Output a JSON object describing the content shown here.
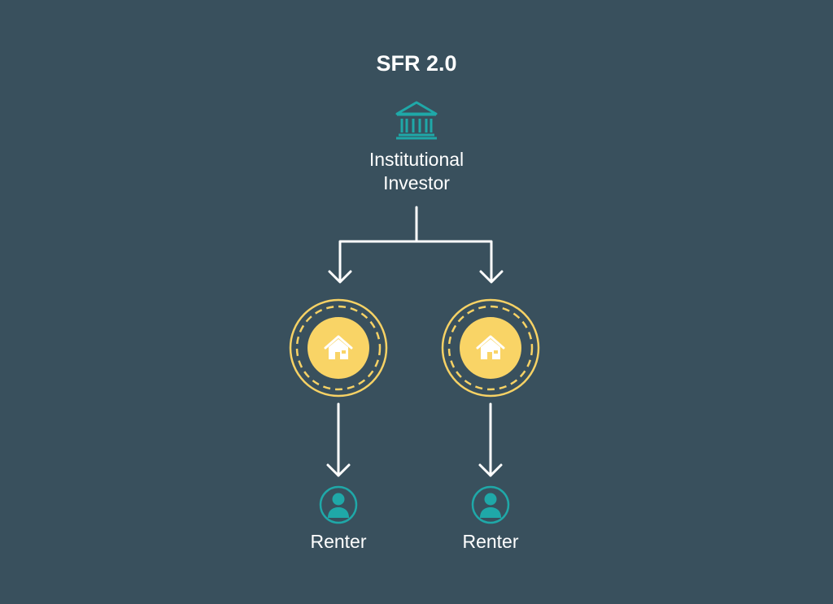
{
  "title": "SFR 2.0",
  "investor": {
    "icon": "bank-building-icon",
    "label_line1": "Institutional",
    "label_line2": "Investor"
  },
  "properties": [
    {
      "icon": "house-icon"
    },
    {
      "icon": "house-icon"
    }
  ],
  "renters": [
    {
      "icon": "person-icon",
      "label": "Renter"
    },
    {
      "icon": "person-icon",
      "label": "Renter"
    }
  ],
  "colors": {
    "background": "#39505D",
    "accent_teal": "#1FA8A8",
    "gold": "#F9D466",
    "gold_ring": "#F7D265",
    "text": "#FFFFFF",
    "arrow": "#FFFFFF"
  }
}
